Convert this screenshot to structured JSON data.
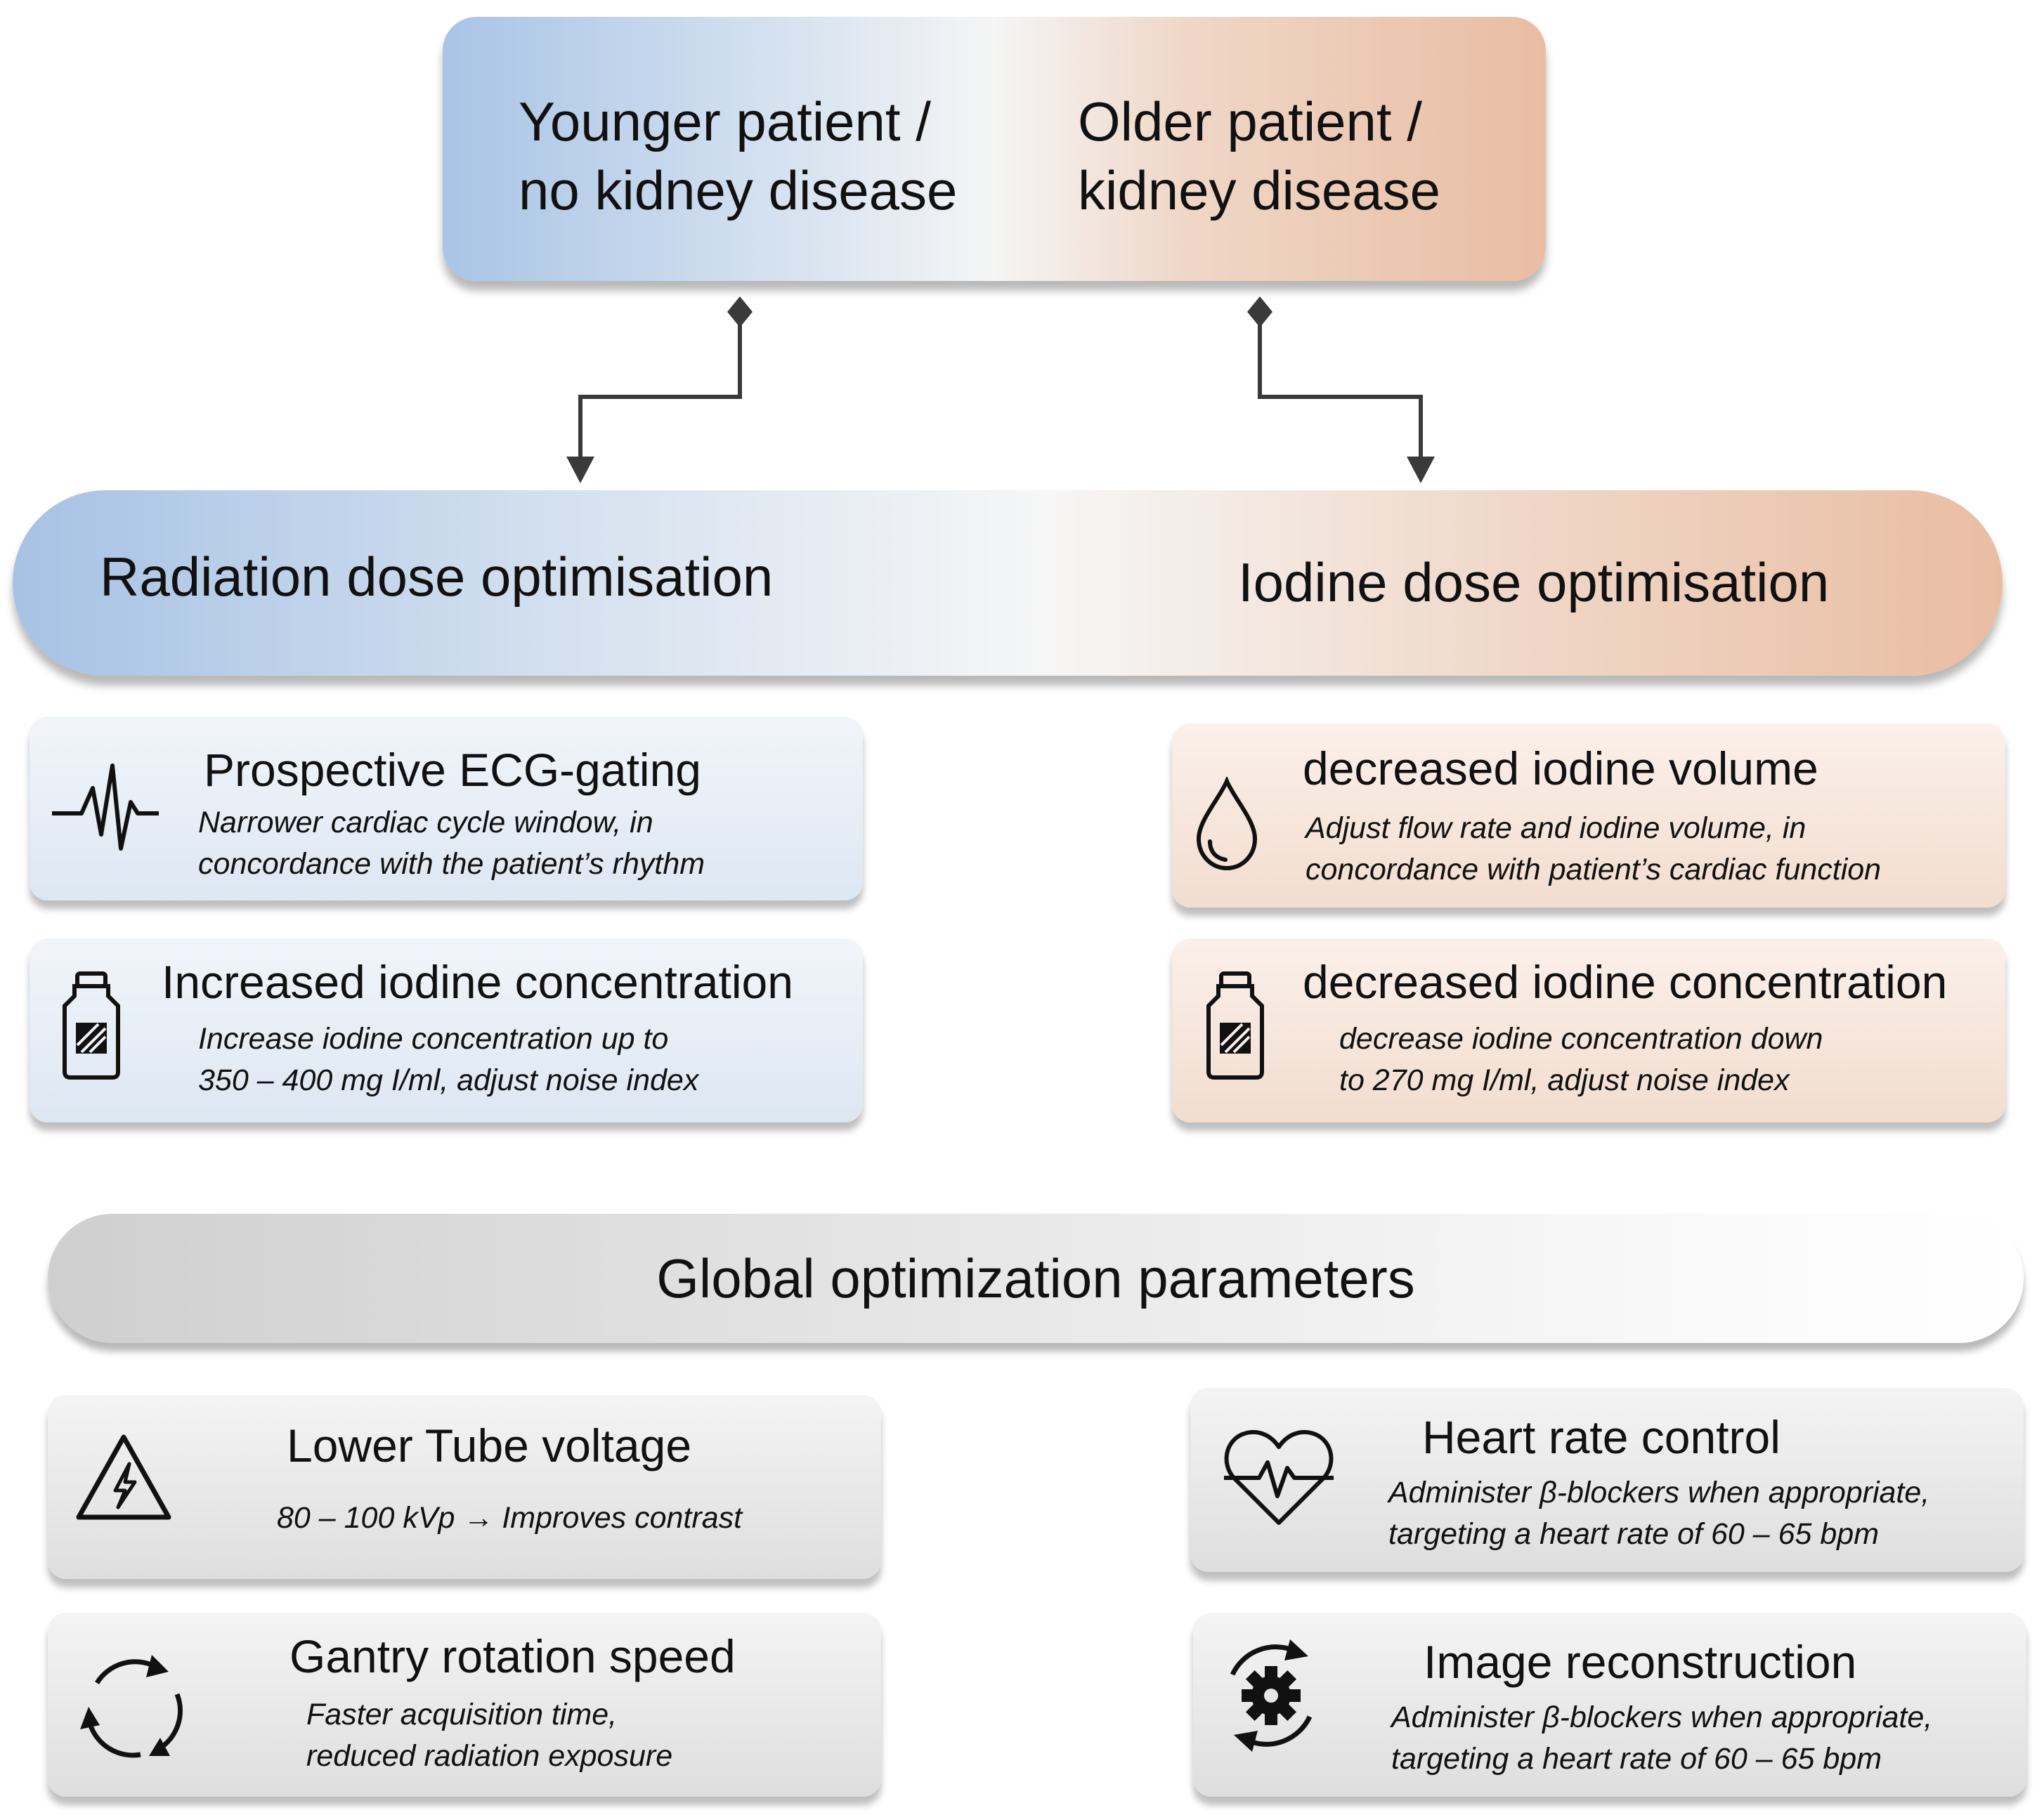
{
  "patients": {
    "younger_line1": "Younger patient /",
    "younger_line2": "no kidney disease",
    "older_line1": "Older patient /",
    "older_line2": "kidney disease"
  },
  "optimisation": {
    "radiation": "Radiation dose optimisation",
    "iodine": "Iodine dose optimisation"
  },
  "radiation_cards": [
    {
      "title": "Prospective ECG-gating",
      "line1": "Narrower cardiac cycle window, in",
      "line2": "concordance with the patient’s rhythm",
      "icon": "ecg-waveform-icon"
    },
    {
      "title": "Increased iodine concentration",
      "line1": "Increase iodine concentration up to",
      "line2": "350 – 400 mg I/ml, adjust noise index",
      "icon": "contrast-vial-icon"
    }
  ],
  "iodine_cards": [
    {
      "title": "decreased iodine volume",
      "line1": "Adjust flow rate and iodine volume, in",
      "line2": "concordance with patient’s cardiac function",
      "icon": "droplet-icon"
    },
    {
      "title": "decreased iodine concentration",
      "line1": "decrease iodine concentration down",
      "line2": "to 270 mg I/ml, adjust noise index",
      "icon": "contrast-vial-icon"
    }
  ],
  "global": {
    "title": "Global optimization parameters"
  },
  "global_cards": [
    {
      "title": "Lower Tube voltage",
      "line1": "80 – 100 kVp → Improves contrast",
      "line2": "",
      "icon": "high-voltage-warning-icon"
    },
    {
      "title": "Heart rate control",
      "line1": "Administer β-blockers when appropriate,",
      "line2": "targeting a heart rate of 60 – 65 bpm",
      "icon": "heart-pulse-icon"
    },
    {
      "title": "Gantry rotation speed",
      "line1": "Faster acquisition time,",
      "line2": "reduced radiation exposure",
      "icon": "rotation-arrows-icon"
    },
    {
      "title": "Image reconstruction",
      "line1": "Administer β-blockers when appropriate,",
      "line2": "targeting a heart rate of 60 – 65 bpm",
      "icon": "gear-cycle-icon"
    }
  ]
}
